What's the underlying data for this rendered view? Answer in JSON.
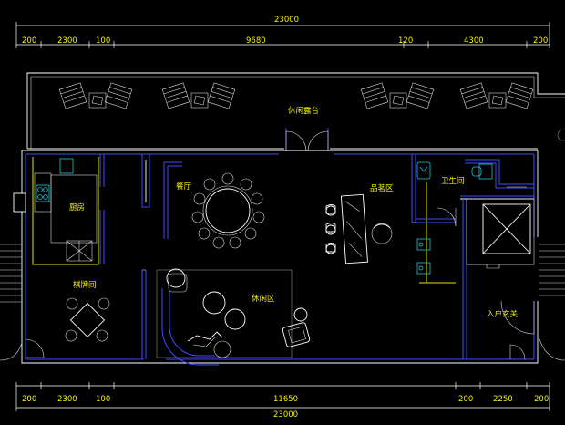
{
  "dimensions": {
    "top_total": "23000",
    "top_segments": [
      "200",
      "2300",
      "100",
      "9680",
      "120",
      "4300",
      "200"
    ],
    "bottom_segments": [
      "200",
      "2300",
      "100",
      "11650",
      "200",
      "2250",
      "200"
    ],
    "bottom_total": "23000"
  },
  "rooms": {
    "terrace": "休闲露台",
    "kitchen": "厨房",
    "dining": "餐厅",
    "tea_area": "品茗区",
    "bathroom": "卫生间",
    "chess_room": "棋牌间",
    "lounge": "休闲区",
    "entrance": "入户玄关"
  },
  "colors": {
    "background": "#000000",
    "dimension_text": "#f4f000",
    "outer_wall": "#ffffff",
    "inner_wall": "#3f4dff",
    "partition": "#e8e000",
    "fixtures": "#19c8d8"
  }
}
